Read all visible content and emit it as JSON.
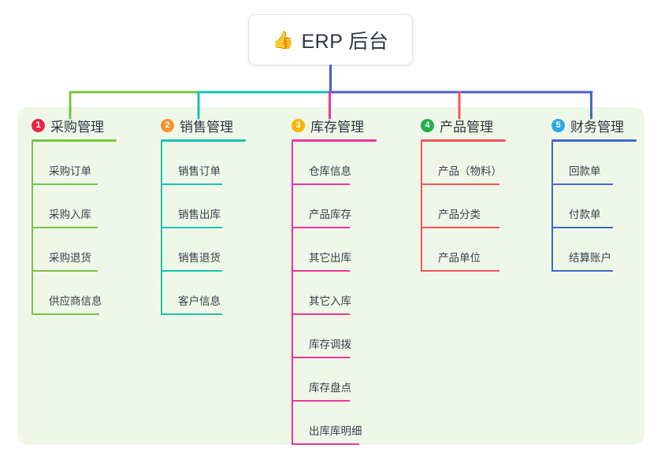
{
  "diagram": {
    "type": "mindmap-tree",
    "background_color": "#ffffff",
    "panel_color": "#eff7e9",
    "root": {
      "emoji": "👍",
      "emoji_name": "thumbs-up-emoji",
      "label": "ERP 后台",
      "text_color": "#2f3542",
      "card_color": "#ffffff"
    },
    "branches": [
      {
        "index": "1",
        "label": "采购管理",
        "color": "#7cc143",
        "badge_color": "#e8264a",
        "children": [
          "采购订单",
          "采购入库",
          "采购退货",
          "供应商信息"
        ]
      },
      {
        "index": "2",
        "label": "销售管理",
        "color": "#19c2b0",
        "badge_color": "#f59331",
        "children": [
          "销售订单",
          "销售出库",
          "销售退货",
          "客户信息"
        ]
      },
      {
        "index": "3",
        "label": "库存管理",
        "color": "#e8379c",
        "badge_color": "#f7b500",
        "children": [
          "仓库信息",
          "产品库存",
          "其它出库",
          "其它入库",
          "库存调拨",
          "库存盘点",
          "出库库明细"
        ]
      },
      {
        "index": "4",
        "label": "产品管理",
        "color": "#f4555a",
        "badge_color": "#22b04b",
        "children": [
          "产品（物料）",
          "产品分类",
          "产品单位"
        ]
      },
      {
        "index": "5",
        "label": "财务管理",
        "color": "#4169c8",
        "badge_color": "#29aae3",
        "children": [
          "回款单",
          "付款单",
          "结算账户"
        ]
      }
    ],
    "connector": {
      "trunk_color": "#4f5fc4",
      "bar_segments": [
        {
          "color": "#7cc143"
        },
        {
          "color": "#19c2b0"
        },
        {
          "color": "#4f5fc4"
        }
      ]
    }
  }
}
